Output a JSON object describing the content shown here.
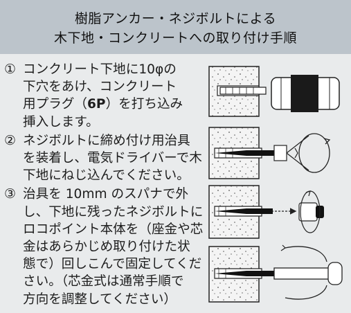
{
  "header": {
    "line1": "樹脂アンカー・ネジボルトによる",
    "line2": "木下地・コンクリートへの取り付け手順"
  },
  "steps": [
    {
      "number": "①",
      "lines": [
        "コンクリート下地に10φの",
        "下穴をあけ、コンクリート"
      ],
      "line3_before": "用プラグ（",
      "line3_bold": "6P",
      "line3_after": "）を打ち込み",
      "line4": "挿入します。"
    },
    {
      "number": "②",
      "lines": [
        "ネジボルトに締め付け用治具",
        "を装着し、電気ドライバーで木",
        "下地にねじ込んでください。"
      ]
    },
    {
      "number": "③",
      "lines": [
        "治具を 10mm のスパナで外",
        "し、下地に残ったネジボルトに",
        "ロコポイント本体を（座金や芯",
        "金はあらかじめ取り付けた状",
        "態で）回しこんで固定してくだ",
        "さい。（芯金式は通常手順で",
        "方向を調整してください）"
      ]
    }
  ]
}
